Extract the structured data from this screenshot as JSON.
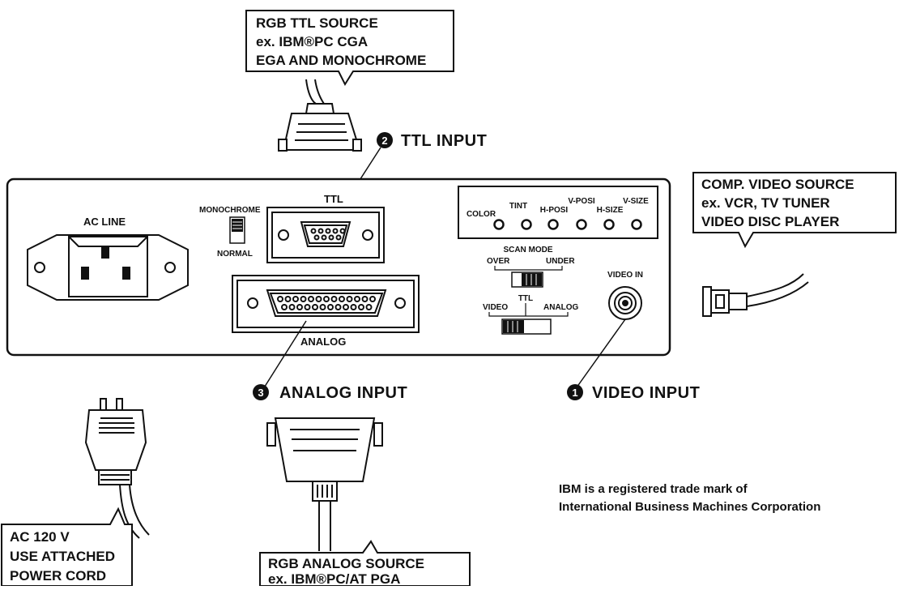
{
  "callouts": {
    "rgb_ttl": [
      "RGB TTL SOURCE",
      "ex. IBM®PC CGA",
      "EGA AND MONOCHROME"
    ],
    "comp_video": [
      "COMP. VIDEO SOURCE",
      "ex. VCR, TV TUNER",
      "VIDEO DISC PLAYER"
    ],
    "ac_power": [
      "AC 120 V",
      "USE ATTACHED",
      "POWER CORD"
    ],
    "rgb_analog": [
      "RGB ANALOG SOURCE",
      "ex. IBM®PC/AT PGA"
    ]
  },
  "inputs": {
    "video": {
      "number": "1",
      "label": "VIDEO INPUT"
    },
    "ttl": {
      "number": "2",
      "label": "TTL INPUT"
    },
    "analog": {
      "number": "3",
      "label": "ANALOG INPUT"
    }
  },
  "panel": {
    "ac_line": "AC LINE",
    "monochrome": "MONOCHROME",
    "normal": "NORMAL",
    "ttl": "TTL",
    "analog": "ANALOG",
    "controls": {
      "top": [
        "TINT",
        "V-POSI",
        "V-SIZE"
      ],
      "bottom": [
        "COLOR",
        "H-POSI",
        "H-SIZE"
      ]
    },
    "scan_mode": {
      "title": "SCAN MODE",
      "left": "OVER",
      "right": "UNDER"
    },
    "signal_select": {
      "left": "VIDEO",
      "center": "TTL",
      "right": "ANALOG"
    },
    "video_in": "VIDEO IN"
  },
  "trademark_note": [
    "IBM is a registered trade mark of",
    "International Business Machines Corporation"
  ]
}
